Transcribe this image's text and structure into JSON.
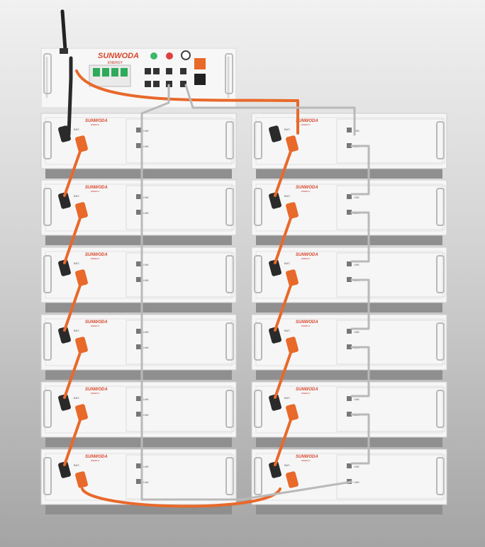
{
  "brand": {
    "name": "SUNWODA",
    "sub": "ENERGY"
  },
  "port_labels": {
    "bat_pos": "BAT+",
    "bat_neg": "BAT-",
    "link_in": "LINK",
    "link_out": "LINK"
  },
  "colors": {
    "power_cable": "#e8692a",
    "link_cable": "#b9b9b9",
    "connector_black": "#2a2a2a",
    "logo": "#d8452b"
  }
}
